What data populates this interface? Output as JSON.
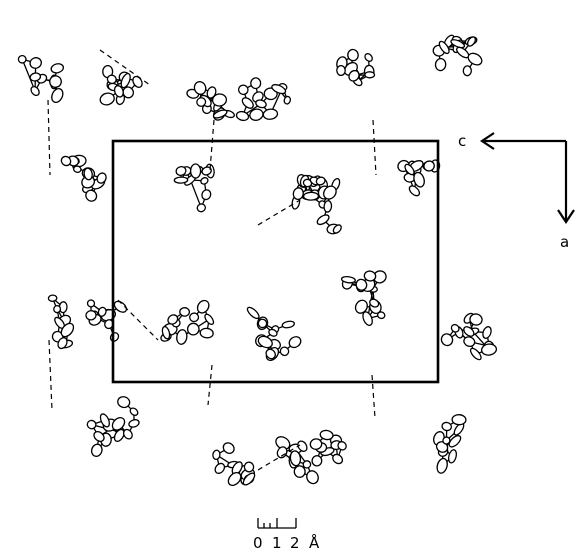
{
  "axes": {
    "horizontal_label": "c",
    "vertical_label": "a"
  },
  "scale_bar": {
    "ticks": [
      "0",
      "1",
      "2"
    ],
    "unit": "Å"
  },
  "colors": {
    "ink": "#000000",
    "paper": "#ffffff"
  }
}
